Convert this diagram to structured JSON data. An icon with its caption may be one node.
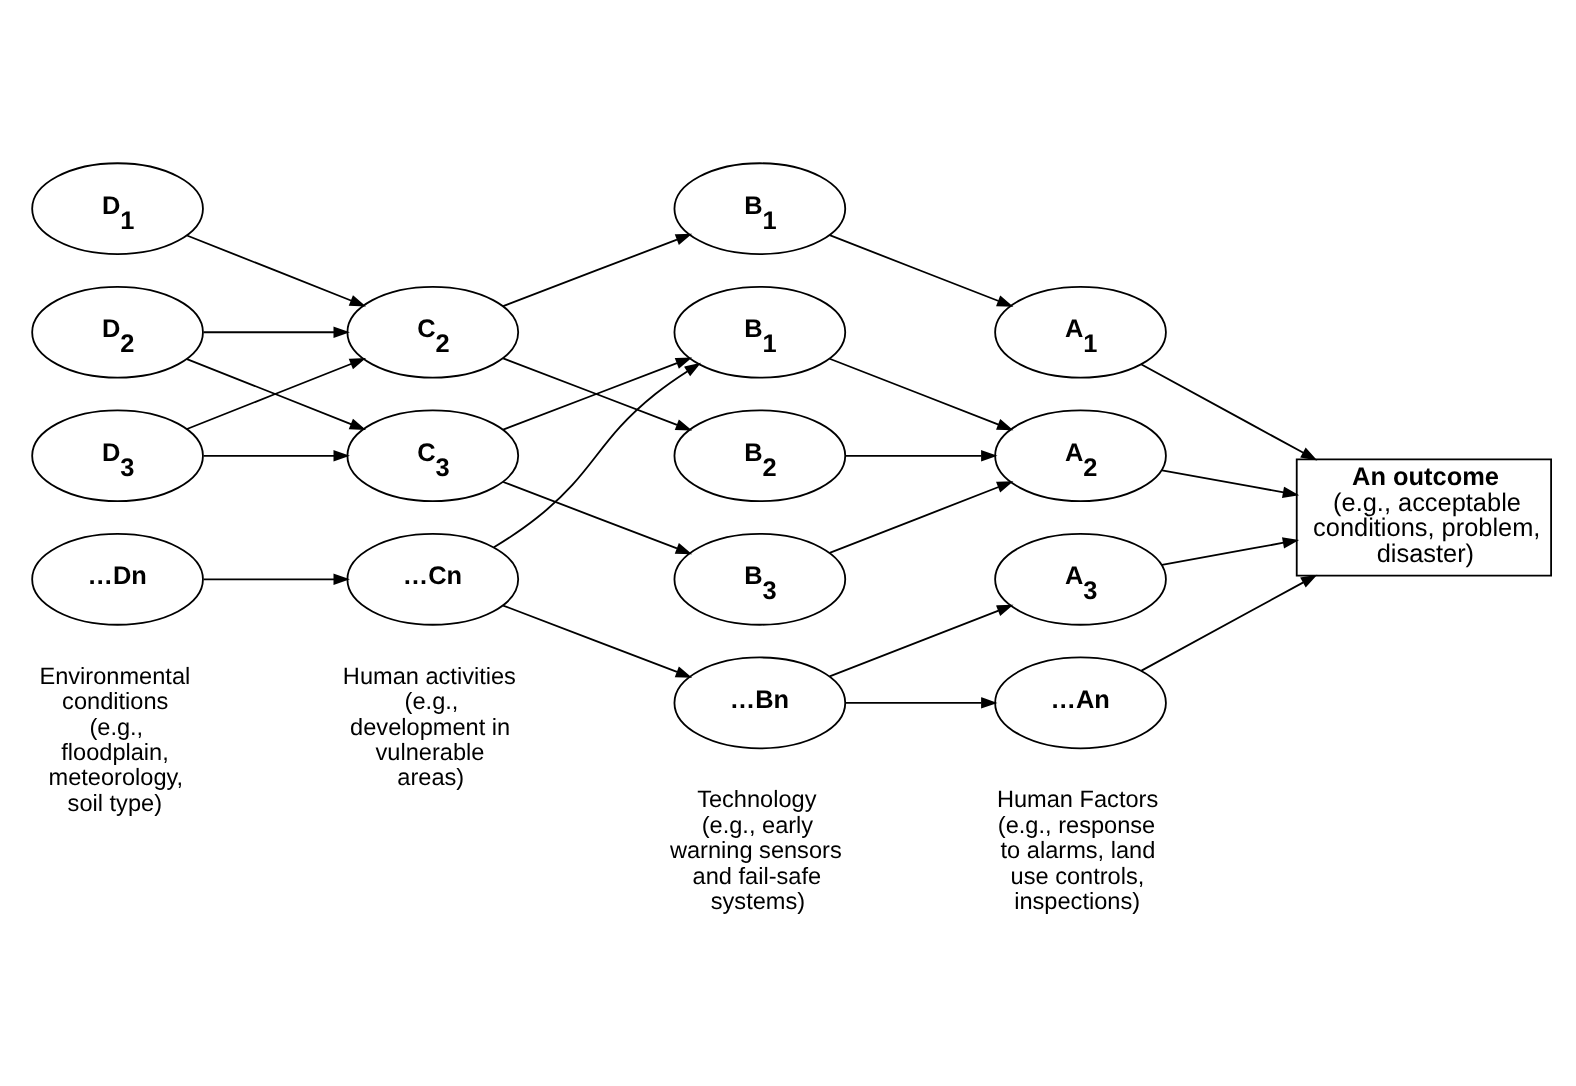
{
  "diagram": {
    "nodes": [
      {
        "text": [
          "D$_{1}$"
        ]
      },
      {
        "text": [
          "D$_{2}$"
        ]
      },
      {
        "text": [
          "D$_{3}$"
        ]
      },
      {
        "text": [
          "…Dn"
        ]
      },
      {
        "text": [
          "C$_{2}$"
        ]
      },
      {
        "text": [
          "C$_{3}$"
        ]
      },
      {
        "text": [
          "…Cn"
        ]
      },
      {
        "text": [
          "B$_{1}$"
        ]
      },
      {
        "text": [
          "B$_{1}$"
        ]
      },
      {
        "text": [
          "B$_{2}$"
        ]
      },
      {
        "text": [
          "B$_{3}$"
        ]
      },
      {
        "text": [
          "…Bn"
        ]
      },
      {
        "text": [
          "A$_{1}$"
        ]
      },
      {
        "text": [
          "A$_{2}$"
        ]
      },
      {
        "text": [
          "A$_{3}$"
        ]
      },
      {
        "text": [
          "…An"
        ]
      },
      {
        "text": [
          "An outcome",
          "(e.g., acceptable conditions, problem, disaster)"
        ]
      }
    ],
    "edges": [
      {
        "from": 0,
        "to": 4,
        "arrow": "to"
      },
      {
        "from": 1,
        "to": 4,
        "arrow": "to"
      },
      {
        "from": 1,
        "to": 5,
        "arrow": "to"
      },
      {
        "from": 2,
        "to": 4,
        "arrow": "to"
      },
      {
        "from": 2,
        "to": 5,
        "arrow": "to"
      },
      {
        "from": 3,
        "to": 6,
        "arrow": "to"
      },
      {
        "from": 4,
        "to": 7,
        "arrow": "to"
      },
      {
        "from": 4,
        "to": 9,
        "arrow": "to"
      },
      {
        "from": 5,
        "to": 8,
        "arrow": "to"
      },
      {
        "from": 5,
        "to": 10,
        "arrow": "to"
      },
      {
        "from": 6,
        "to": 8,
        "arrow": "to"
      },
      {
        "from": 6,
        "to": 11,
        "arrow": "to"
      },
      {
        "from": 7,
        "to": 12,
        "arrow": "to"
      },
      {
        "from": 8,
        "to": 13,
        "arrow": "to"
      },
      {
        "from": 9,
        "to": 13,
        "arrow": "to"
      },
      {
        "from": 10,
        "to": 13,
        "arrow": "to"
      },
      {
        "from": 11,
        "to": 14,
        "arrow": "to"
      },
      {
        "from": 11,
        "to": 15,
        "arrow": "to"
      },
      {
        "from": 12,
        "to": 16,
        "arrow": "to"
      },
      {
        "from": 13,
        "to": 16,
        "arrow": "to"
      },
      {
        "from": 14,
        "to": 16,
        "arrow": "to"
      },
      {
        "from": 15,
        "to": 16,
        "arrow": "to"
      }
    ],
    "labels": [
      "Environmental conditions (e.g., floodplain, meteorology, soil type)",
      "Human activities (e.g., development in vulnerable areas)",
      "Technology (e.g., early warning sensors and fail-safe systems)",
      "Human Factors (e.g., response to alarms, land use controls, inspections)"
    ]
  }
}
